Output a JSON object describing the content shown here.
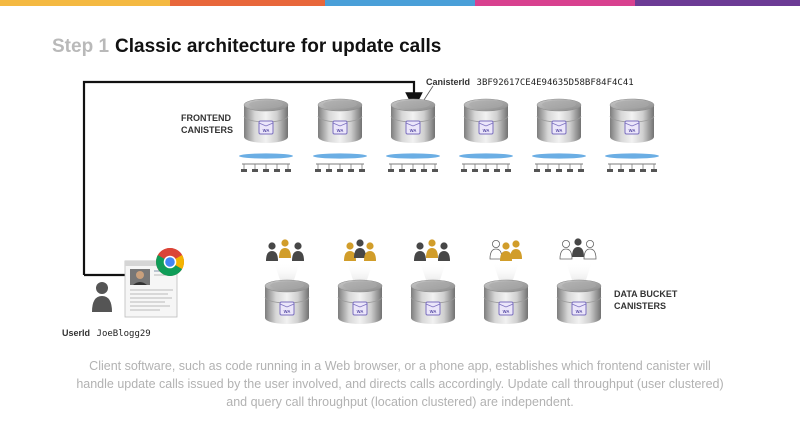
{
  "title": {
    "step": "Step 1",
    "main": "Classic architecture for update calls"
  },
  "labels": {
    "frontend": [
      "FRONTEND",
      "CANISTERS"
    ],
    "databucket": [
      "DATA BUCKET",
      "CANISTERS"
    ],
    "canister_id_key": "CanisterId",
    "canister_id_value": "3BF92617CE4E94635D58BF84F4C41",
    "user_id_key": "UserId",
    "user_id_value": "JoeBlogg29",
    "canister_badge": "WA"
  },
  "caption": "Client software, such as code running in a Web browser, or a phone app, establishes which frontend canister will handle update calls issued by the user involved, and directs calls accordingly. Update call throughput (user clustered) and query call throughput (location clustered) are independent.",
  "colors": {
    "topbar": [
      "#f4b942",
      "#e8673b",
      "#4a9fd8",
      "#d8418f",
      "#6c3b95"
    ],
    "frontend_canister_count": 6,
    "bucket_canister_count": 5,
    "arrow": "#111111",
    "badge": "#7b6fbf"
  }
}
